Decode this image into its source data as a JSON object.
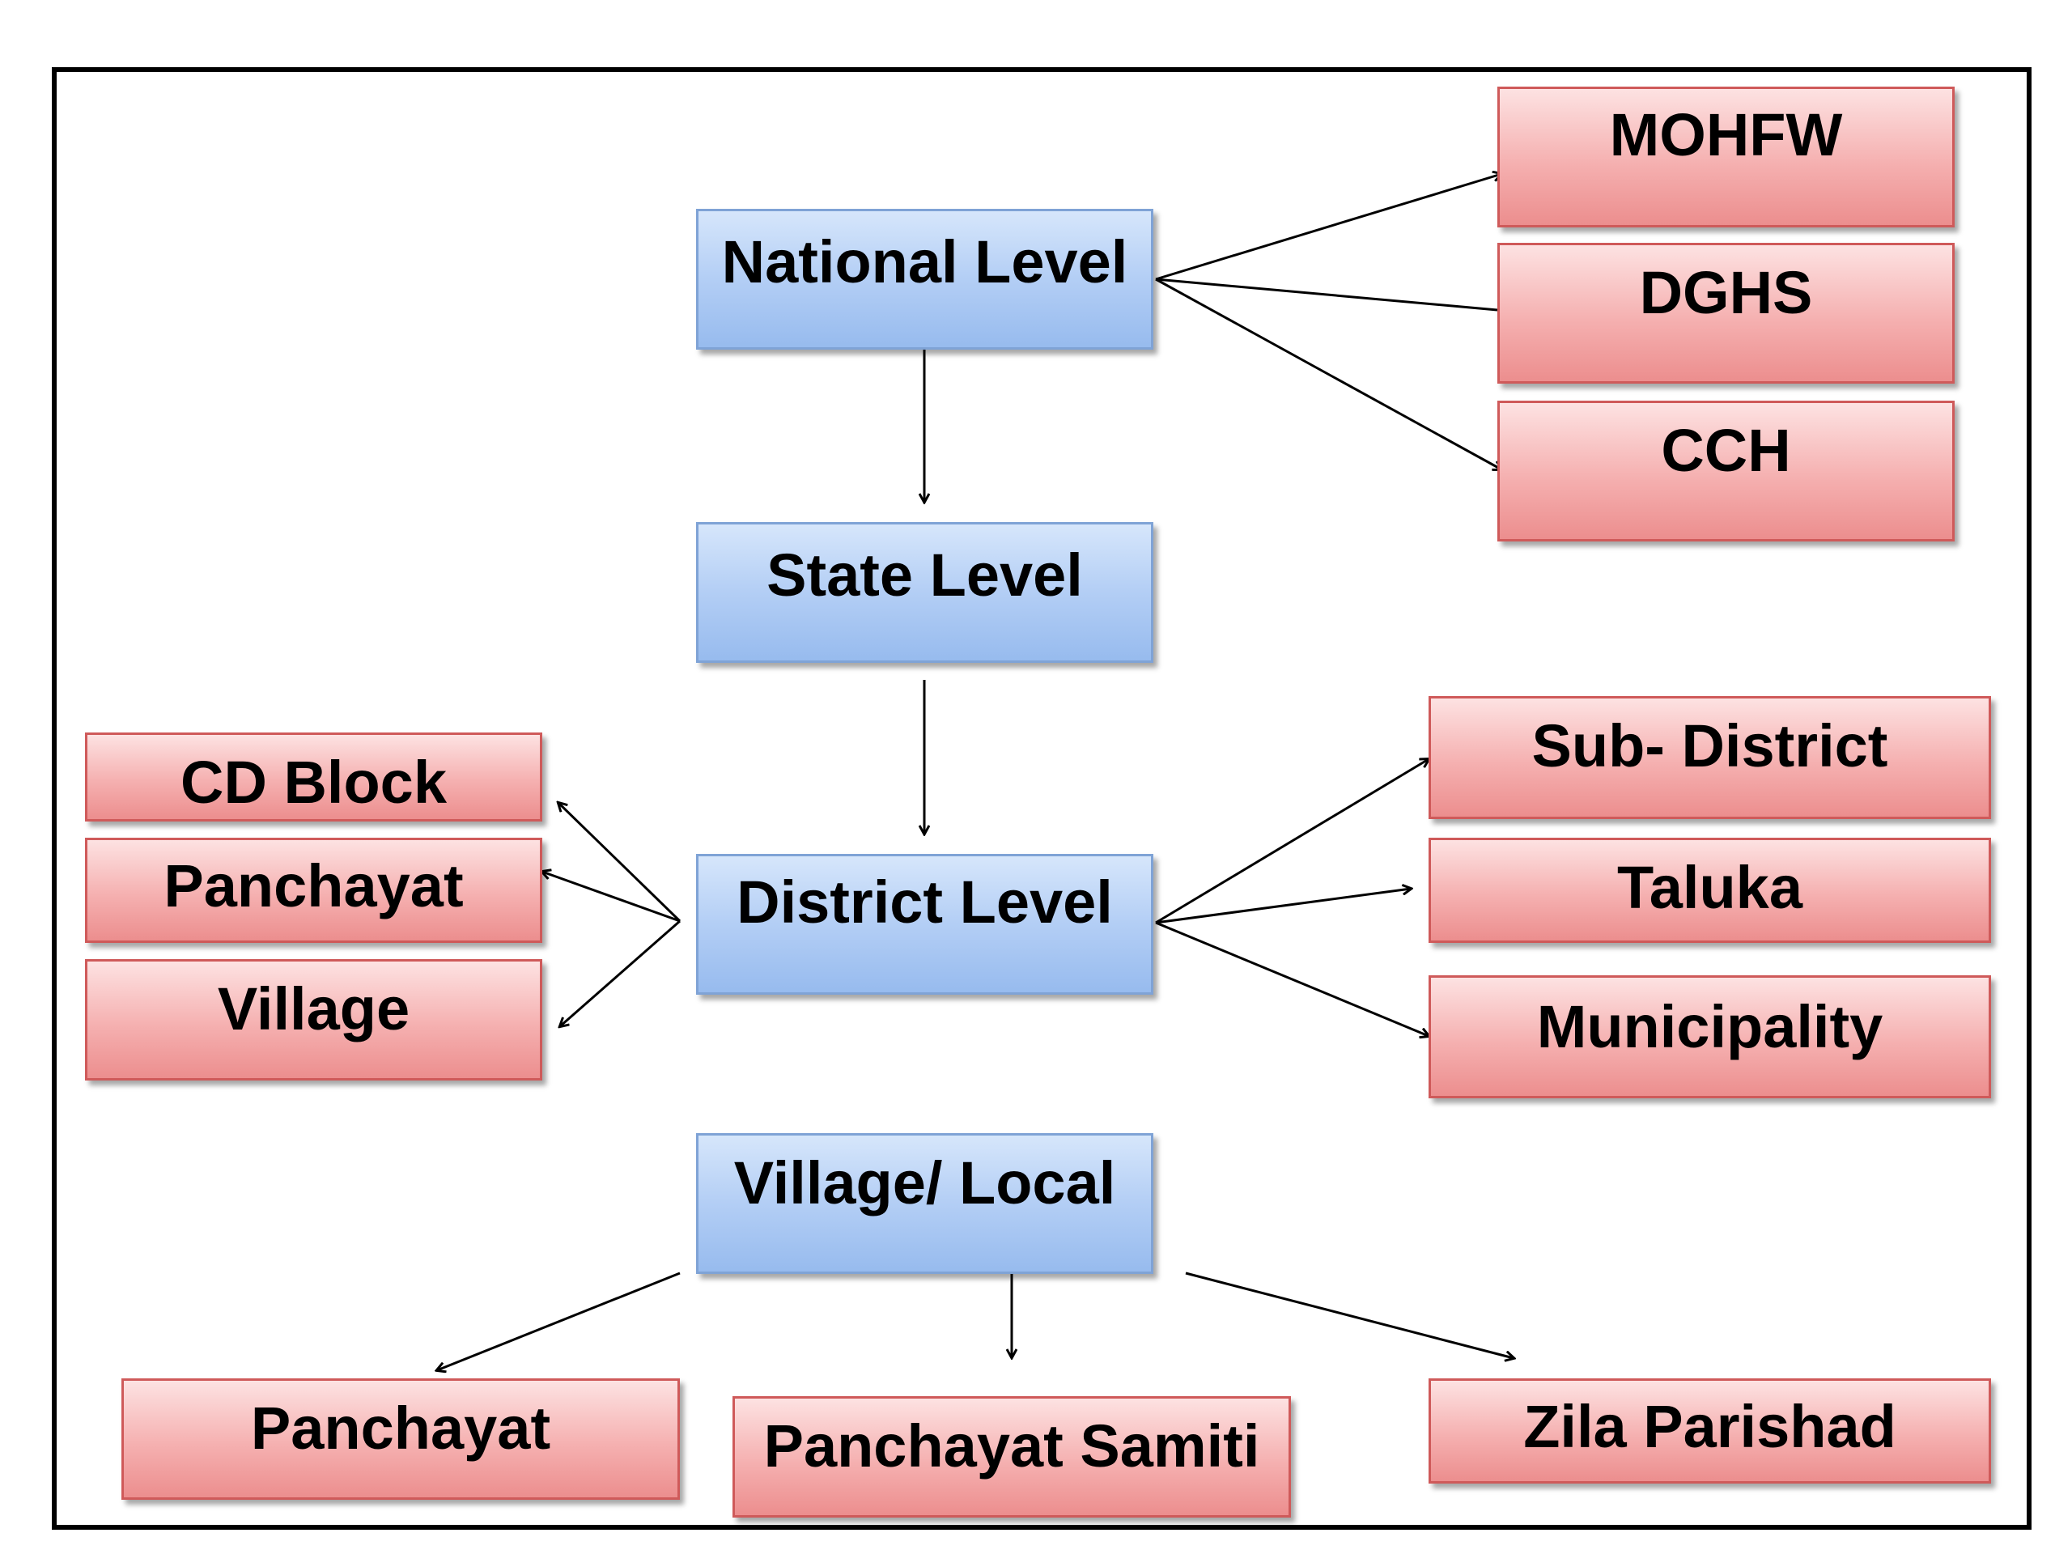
{
  "nodes": {
    "national": "National Level",
    "state": "State Level",
    "district": "District Level",
    "village_local": "Village/ Local",
    "mohfw": "MOHFW",
    "dghs": "DGHS",
    "cch": "CCH",
    "cd_block": "CD Block",
    "panchayat_left": "Panchayat",
    "village": "Village",
    "sub_district": "Sub- District",
    "taluka": "Taluka",
    "municipality": "Municipality",
    "panchayat_bottom": "Panchayat",
    "panchayat_samiti": "Panchayat Samiti",
    "zila_parishad": "Zila Parishad"
  },
  "colors": {
    "level_box": "#b3cef5",
    "unit_box": "#f5b0b0",
    "arrow": "#000000"
  }
}
